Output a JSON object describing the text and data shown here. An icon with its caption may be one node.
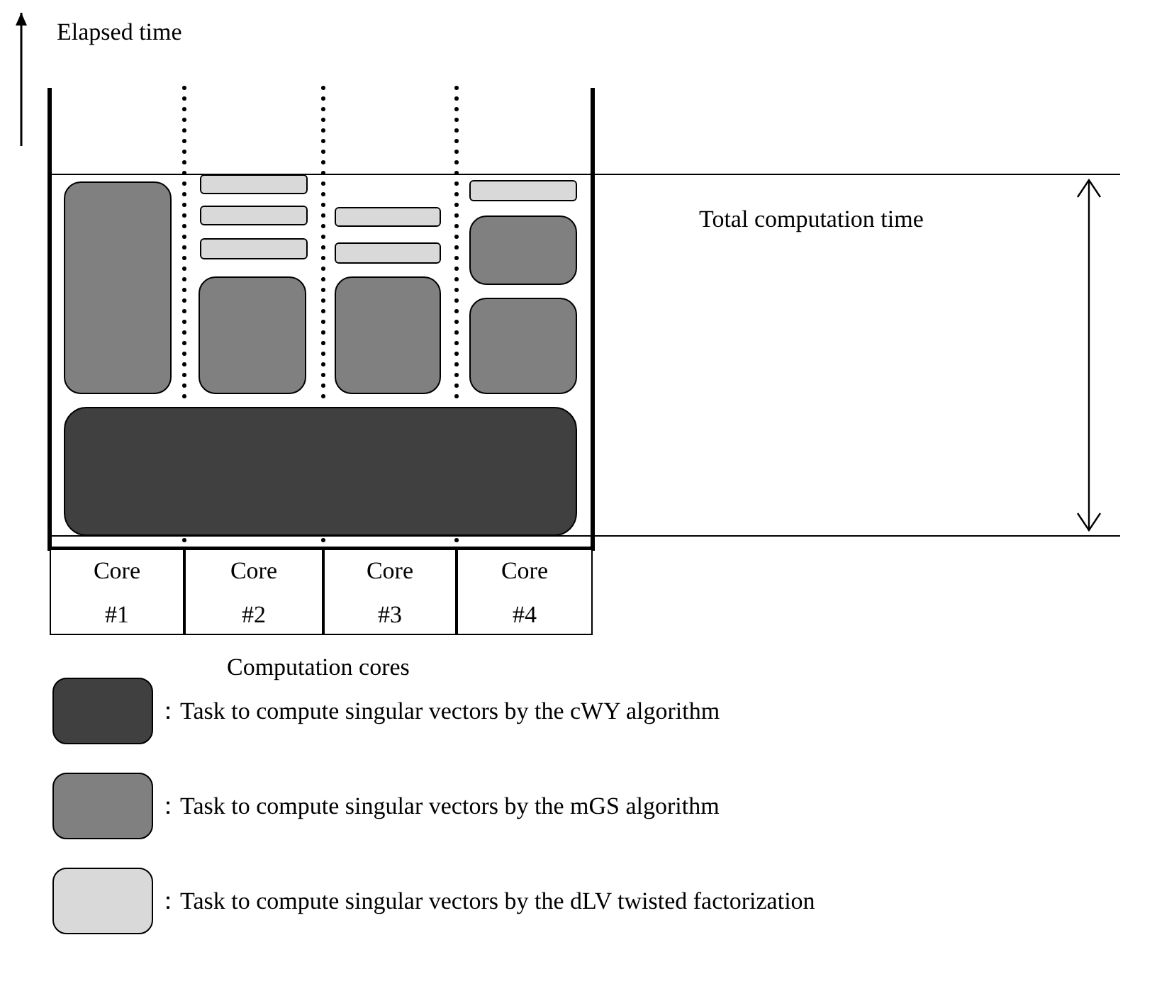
{
  "diagram": {
    "nodes": [
      {
        "text": [],
        "shape": "box"
      },
      {
        "text": [],
        "shape": "box"
      },
      {
        "text": [],
        "shape": "box"
      },
      {
        "text": [],
        "shape": "box"
      },
      {
        "text": [],
        "shape": "box"
      },
      {
        "text": [],
        "shape": "box"
      },
      {
        "text": [],
        "shape": "box"
      },
      {
        "text": [],
        "shape": "box"
      },
      {
        "text": [],
        "shape": "box"
      },
      {
        "text": [],
        "shape": "box"
      },
      {
        "text": [],
        "shape": "box"
      },
      {
        "text": [],
        "shape": "box"
      },
      {
        "text": [
          "Core #1"
        ]
      },
      {
        "text": [
          "Core #2"
        ]
      },
      {
        "text": [
          "Core #3"
        ]
      },
      {
        "text": [
          "Core #4"
        ]
      }
    ],
    "edges": [],
    "labels": [
      "Elapsed time",
      "Total computation time",
      "Computation cores"
    ],
    "legend": [
      {
        "text": "：Task to compute singular vectors by the cWY algorithm",
        "color": "#404040"
      },
      {
        "text": "：Task to compute singular vectors by the mGS algorithm",
        "color": "#808080"
      },
      {
        "text": "：Task to compute singular vectors by the dLV twisted factorization",
        "color": "#d9d9d9"
      }
    ]
  }
}
